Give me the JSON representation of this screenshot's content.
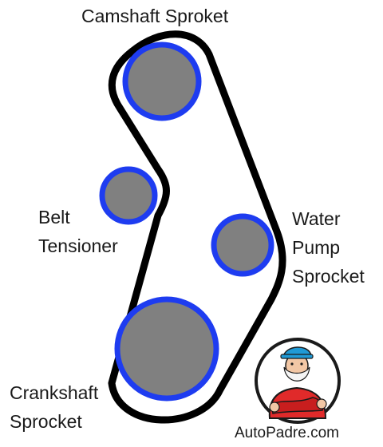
{
  "labels": {
    "camshaft": [
      "Camshaft Sproket"
    ],
    "tensioner": [
      "Belt",
      "Tensioner"
    ],
    "water_pump": [
      "Water",
      "Pump",
      "Sprocket"
    ],
    "crankshaft": [
      "Crankshaft",
      "Sprocket"
    ]
  },
  "brand": {
    "site": "AutoPadre.com",
    "logo": "mechanic-mascot"
  },
  "colors": {
    "belt": "#000000",
    "sprocket_fill": "#808080",
    "sprocket_ring": "#1e3cf0",
    "text": "#1a1a1a"
  }
}
